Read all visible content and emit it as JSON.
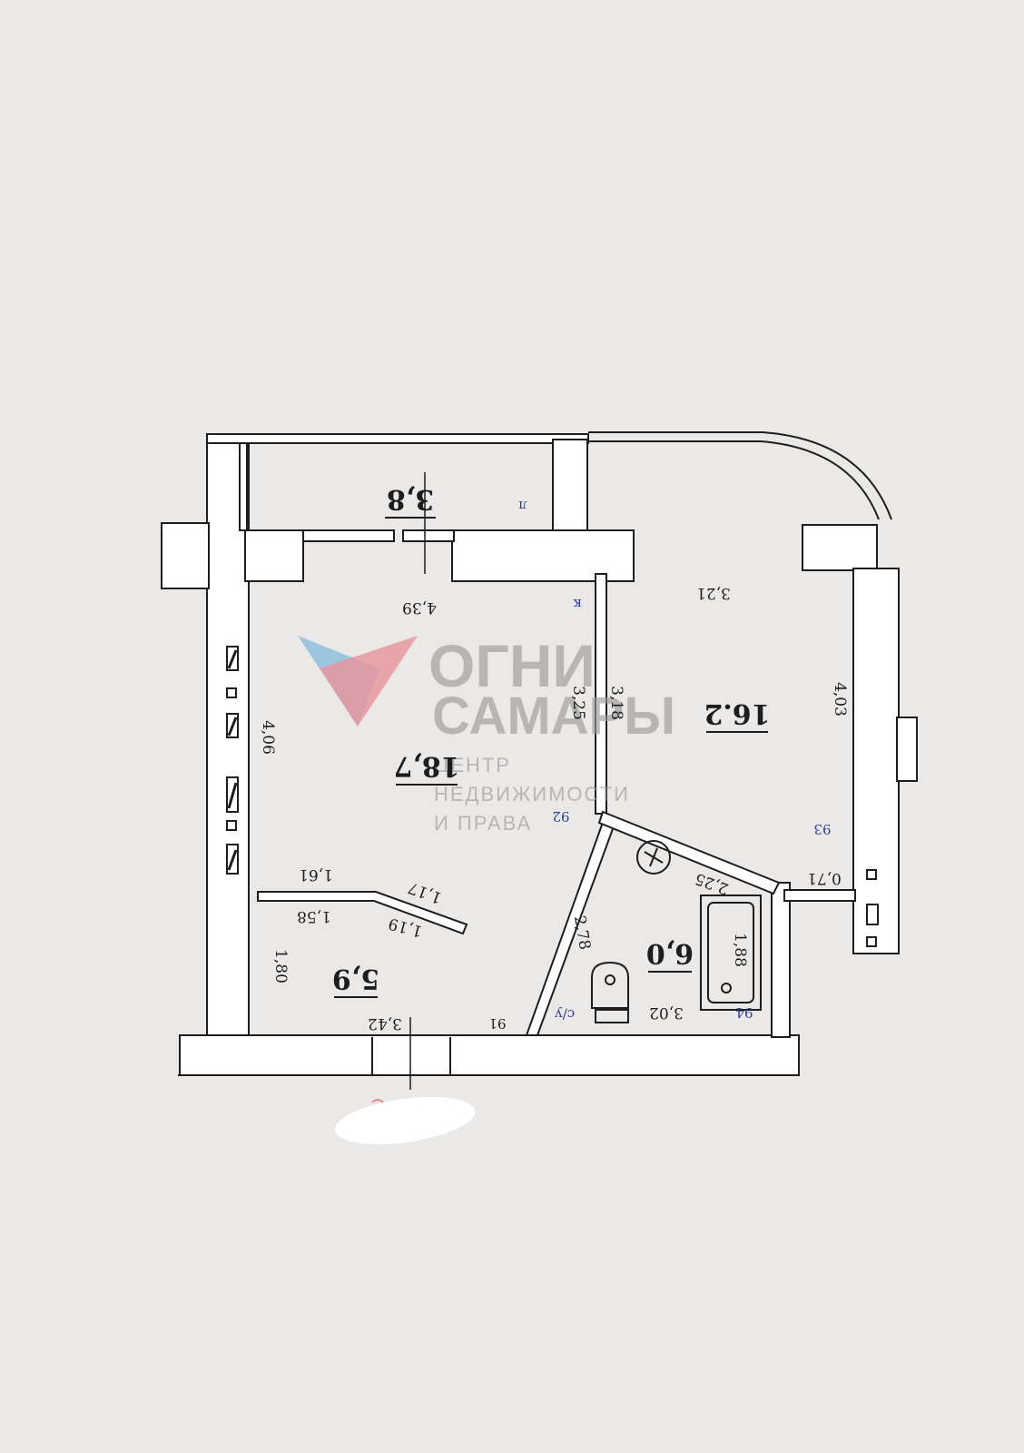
{
  "colors": {
    "paper": "#ebe9e7",
    "ink": "#1d1d1d",
    "wall": "#ffffff",
    "blue_ink": "#2c3f9c",
    "logo_blue": "#7db8d9",
    "logo_red": "#e58a92",
    "watermark_text": "#9a9a9a"
  },
  "rooms": {
    "loggia": {
      "area": "3,8",
      "code": "л"
    },
    "kitchen": {
      "area": "18,7",
      "code": "к"
    },
    "living": {
      "area": "16.2"
    },
    "hall": {
      "area": "5,9"
    },
    "bath": {
      "area": "6,0",
      "code": "с/у"
    }
  },
  "dimensions": {
    "kitchen_width": "4,39",
    "kitchen_left": "4,06",
    "kitchen_right": "3,25",
    "living_left": "3,18",
    "living_top": "3,21",
    "living_right": "4,03",
    "corridor_upper": "1,61",
    "corridor_diag_upper": "1,17",
    "corridor_lower": "1,58",
    "corridor_diag_lower": "1,19",
    "hall_left": "1,80",
    "hall_bottom": "3,42",
    "bath_diag": "2,78",
    "bath_top": "2,25",
    "bath_right": "1,88",
    "bath_bottom": "3,02",
    "niche": "0,71"
  },
  "markers": {
    "m91": "91",
    "m92": "92",
    "m93": "93",
    "m94": "94"
  },
  "watermark": {
    "line1": "ОГНИ",
    "line2": "САМАРЫ",
    "sub1": "ЦЕНТР",
    "sub2": "НЕДВИЖИМОСТИ",
    "sub3": "И ПРАВА"
  },
  "icons": {
    "logo": "triangle-logo-icon",
    "toilet": "toilet-icon",
    "bathtub": "bathtub-icon",
    "drain": "floor-drain-icon"
  }
}
